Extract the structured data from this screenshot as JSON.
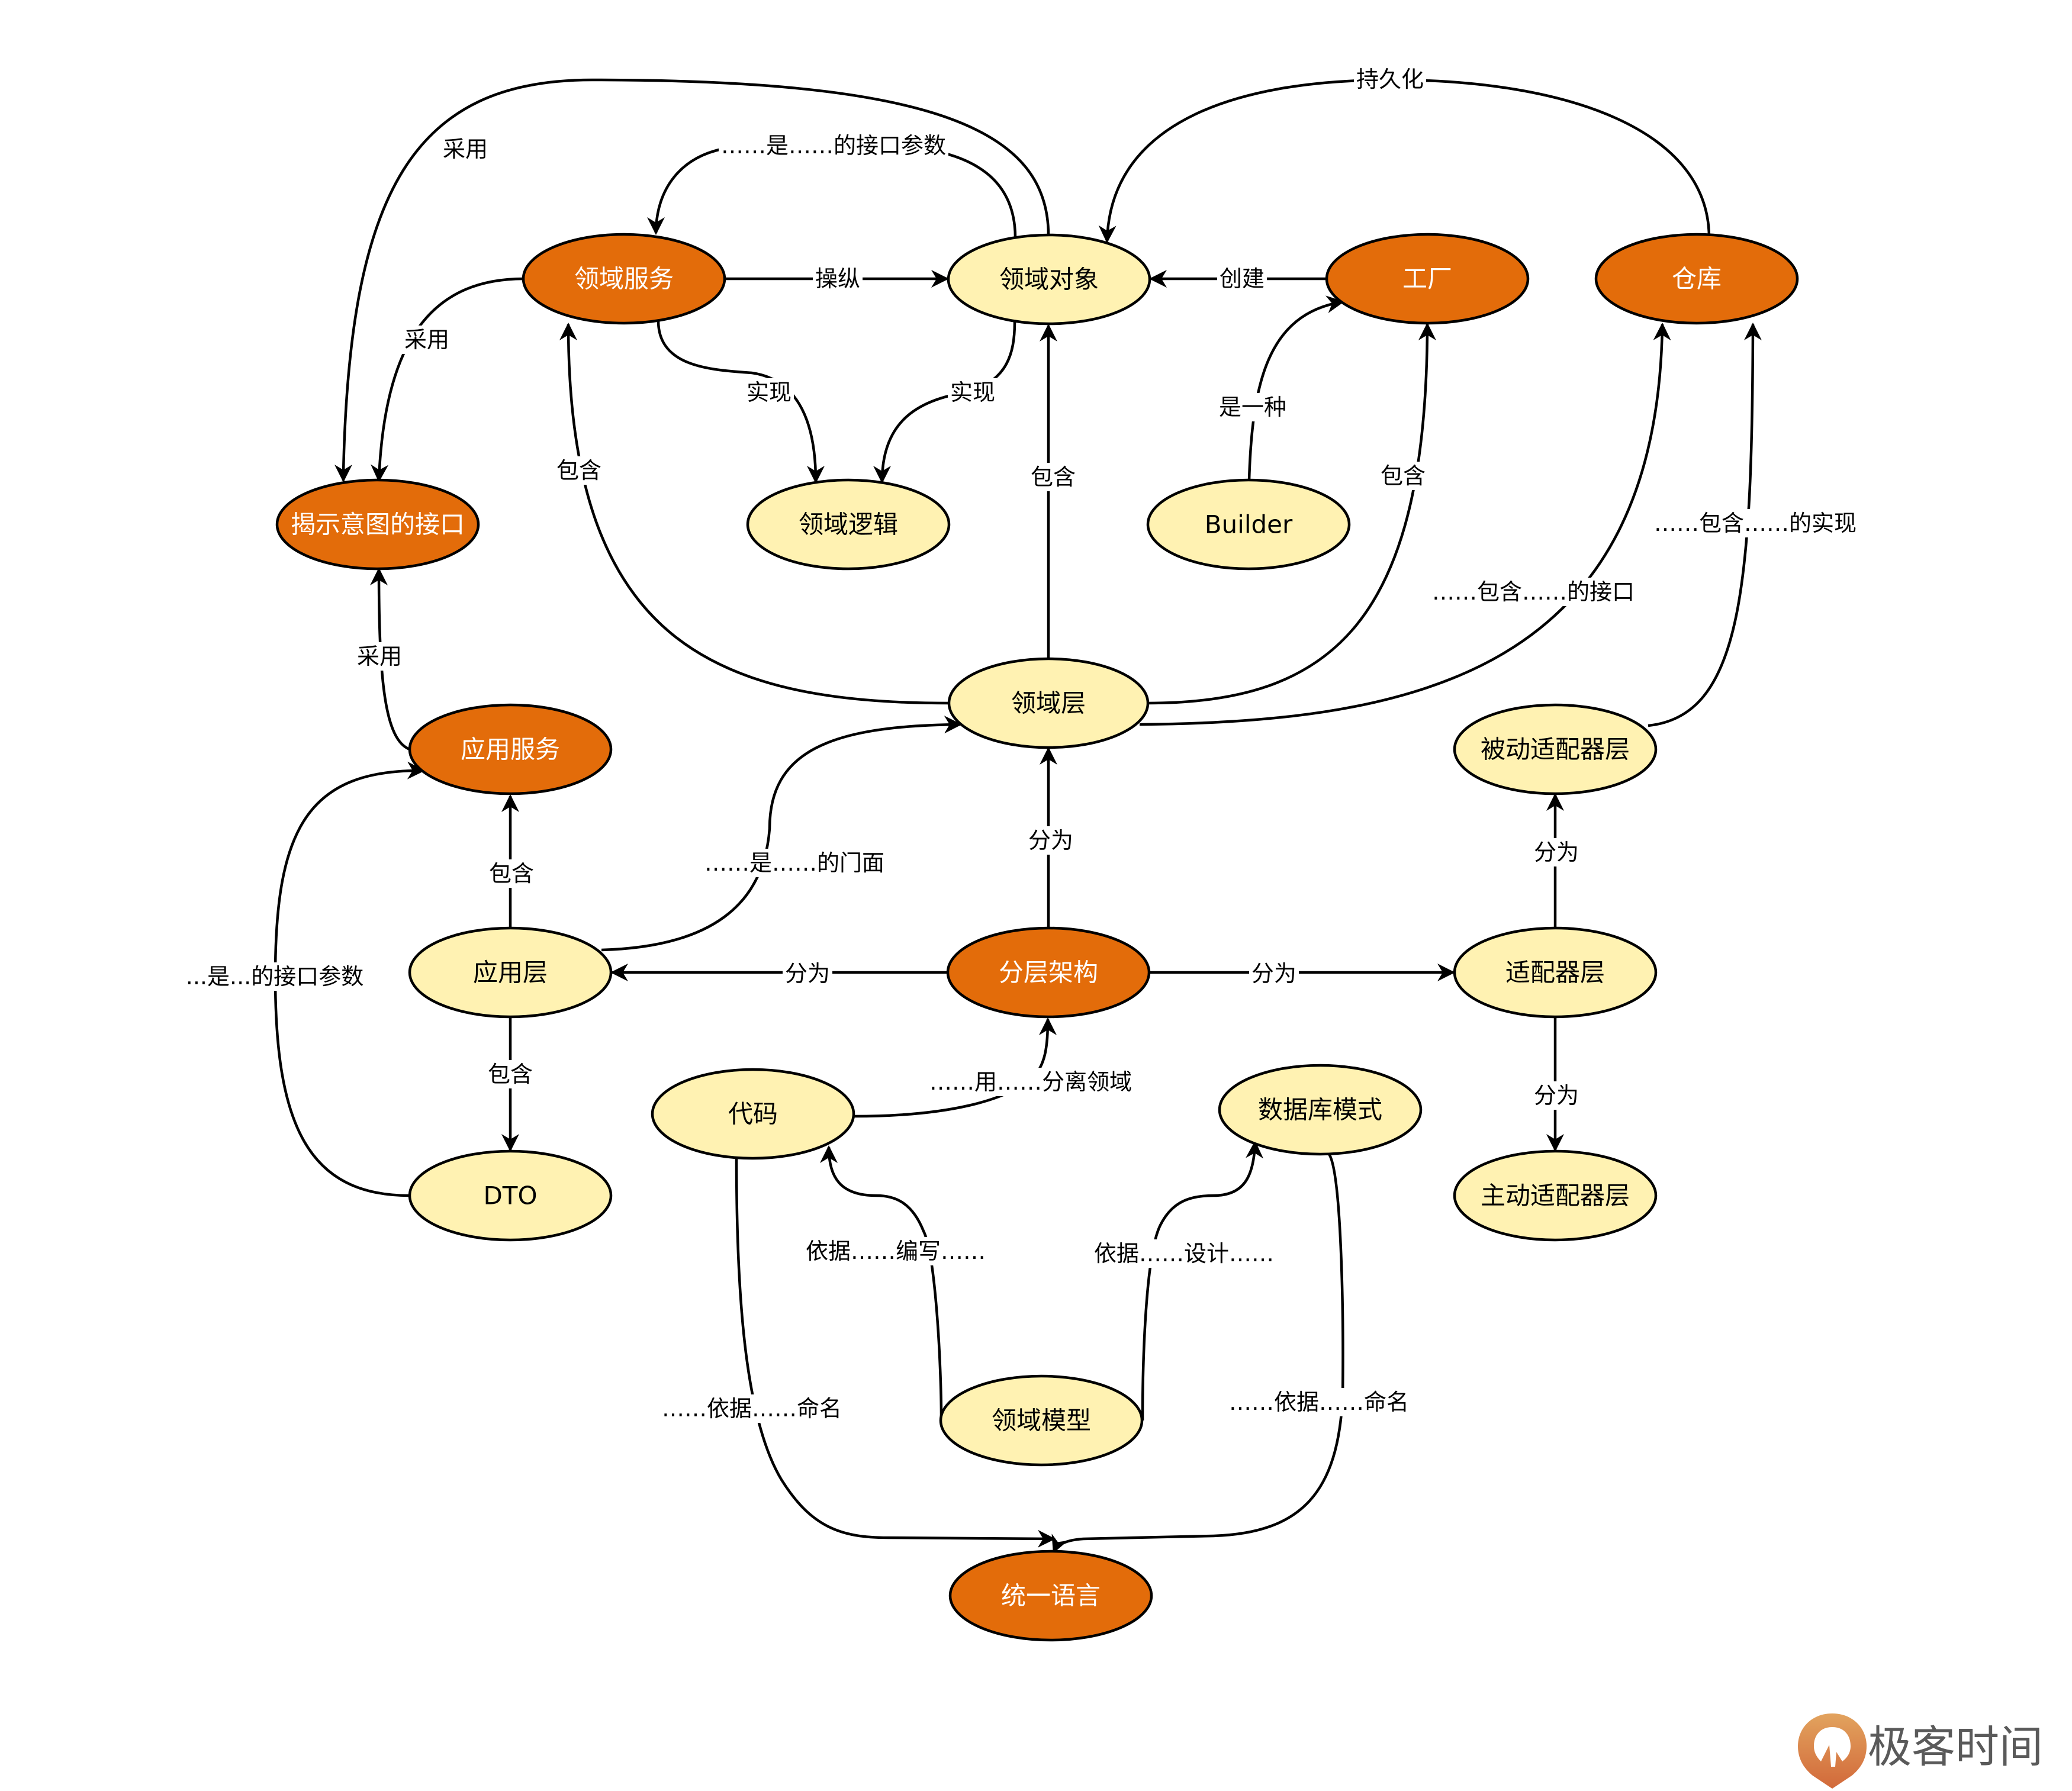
{
  "diagram": {
    "colors": {
      "primary_fill": "#E36C0A",
      "secondary_fill": "#FFF2B2",
      "stroke": "#000000",
      "logo_text": "#5A5A5A",
      "logo_icon_top": "#E2A35E",
      "logo_icon_bottom": "#D2693A"
    },
    "nodes": {
      "domain_service": {
        "label": "领域服务",
        "type": "primary"
      },
      "domain_object": {
        "label": "领域对象",
        "type": "secondary"
      },
      "factory": {
        "label": "工厂",
        "type": "primary"
      },
      "repository": {
        "label": "仓库",
        "type": "primary"
      },
      "intention_revealing_interface": {
        "label": "揭示意图的接口",
        "type": "primary"
      },
      "domain_logic": {
        "label": "领域逻辑",
        "type": "secondary"
      },
      "builder": {
        "label": "Builder",
        "type": "secondary"
      },
      "domain_layer": {
        "label": "领域层",
        "type": "secondary"
      },
      "application_service": {
        "label": "应用服务",
        "type": "primary"
      },
      "passive_adapter_layer": {
        "label": "被动适配器层",
        "type": "secondary"
      },
      "application_layer": {
        "label": "应用层",
        "type": "secondary"
      },
      "layered_architecture": {
        "label": "分层架构",
        "type": "primary"
      },
      "adapter_layer": {
        "label": "适配器层",
        "type": "secondary"
      },
      "code": {
        "label": "代码",
        "type": "secondary"
      },
      "database_schema": {
        "label": "数据库模式",
        "type": "secondary"
      },
      "dto": {
        "label": "DTO",
        "type": "secondary"
      },
      "active_adapter_layer": {
        "label": "主动适配器层",
        "type": "secondary"
      },
      "domain_model": {
        "label": "领域模型",
        "type": "secondary"
      },
      "ubiquitous_language": {
        "label": "统一语言",
        "type": "primary"
      }
    },
    "edges": [
      {
        "id": "e1",
        "from": "领域服务",
        "to": "领域对象",
        "label": "操纵"
      },
      {
        "id": "e2",
        "from": "工厂",
        "to": "领域对象",
        "label": "创建"
      },
      {
        "id": "e3",
        "from": "领域对象",
        "to": "领域服务",
        "label": "……是……的接口参数"
      },
      {
        "id": "e4",
        "from": "领域对象",
        "to": "揭示意图的接口",
        "label": "采用"
      },
      {
        "id": "e5",
        "from": "领域服务",
        "to": "揭示意图的接口",
        "label": "采用"
      },
      {
        "id": "e6",
        "from": "领域服务",
        "to": "领域逻辑",
        "label": "实现"
      },
      {
        "id": "e7",
        "from": "领域对象",
        "to": "领域逻辑",
        "label": "实现"
      },
      {
        "id": "e8",
        "from": "仓库",
        "to": "领域对象",
        "label": "持久化"
      },
      {
        "id": "e9",
        "from": "Builder",
        "to": "工厂",
        "label": "是一种"
      },
      {
        "id": "e10",
        "from": "领域层",
        "to": "领域服务",
        "label": "包含"
      },
      {
        "id": "e11",
        "from": "领域层",
        "to": "领域对象",
        "label": "包含"
      },
      {
        "id": "e12",
        "from": "领域层",
        "to": "工厂",
        "label": "包含"
      },
      {
        "id": "e13",
        "from": "领域层",
        "to": "仓库",
        "label": "……包含……的接口"
      },
      {
        "id": "e14",
        "from": "被动适配器层",
        "to": "仓库",
        "label": "……包含……的实现"
      },
      {
        "id": "e15",
        "from": "应用服务",
        "to": "揭示意图的接口",
        "label": "采用"
      },
      {
        "id": "e16",
        "from": "应用层",
        "to": "应用服务",
        "label": "包含"
      },
      {
        "id": "e17",
        "from": "应用层",
        "to": "DTO",
        "label": "包含"
      },
      {
        "id": "e18",
        "from": "DTO",
        "to": "应用服务",
        "label": "...是...的接口参数"
      },
      {
        "id": "e19",
        "from": "应用层",
        "to": "领域层",
        "label": "……是……的门面"
      },
      {
        "id": "e20",
        "from": "分层架构",
        "to": "应用层",
        "label": "分为"
      },
      {
        "id": "e21",
        "from": "分层架构",
        "to": "领域层",
        "label": "分为"
      },
      {
        "id": "e22",
        "from": "分层架构",
        "to": "适配器层",
        "label": "分为"
      },
      {
        "id": "e23",
        "from": "适配器层",
        "to": "被动适配器层",
        "label": "分为"
      },
      {
        "id": "e24",
        "from": "适配器层",
        "to": "主动适配器层",
        "label": "分为"
      },
      {
        "id": "e25",
        "from": "代码",
        "to": "分层架构",
        "label": "……用……分离领域"
      },
      {
        "id": "e26",
        "from": "领域模型",
        "to": "代码",
        "label": "依据……编写……"
      },
      {
        "id": "e27",
        "from": "领域模型",
        "to": "数据库模式",
        "label": "依据……设计……"
      },
      {
        "id": "e28",
        "from": "代码",
        "to": "统一语言",
        "label": "……依据……命名"
      },
      {
        "id": "e29",
        "from": "数据库模式",
        "to": "统一语言",
        "label": "……依据……命名"
      }
    ]
  },
  "logo": {
    "text": "极客时间",
    "icon": "geektime-logo-icon"
  }
}
